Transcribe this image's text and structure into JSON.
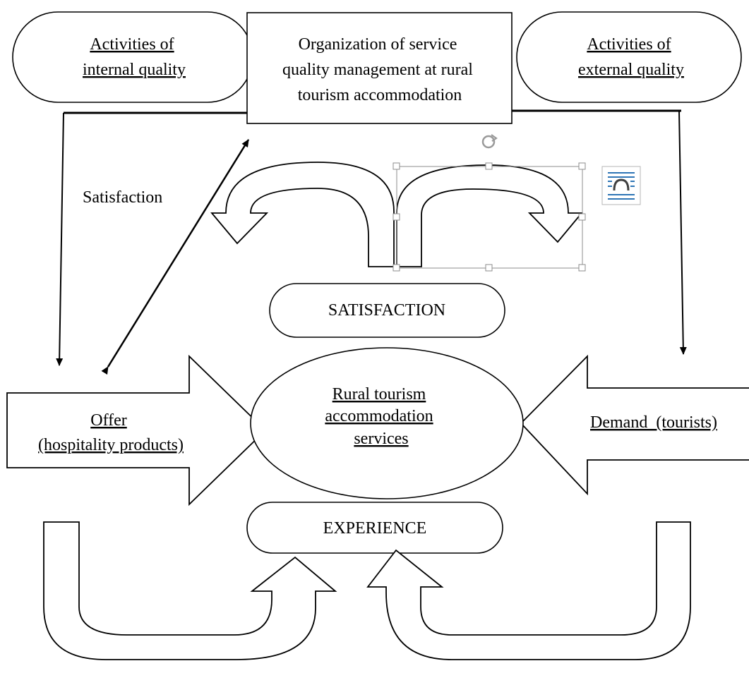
{
  "boxes": {
    "internal_quality": [
      "Activities of",
      "internal quality"
    ],
    "organization": [
      "Organization of service",
      "quality management at rural",
      "tourism accommodation"
    ],
    "external_quality": [
      "Activities of",
      "external quality"
    ],
    "satisfaction_pill": "SATISFACTION",
    "experience_pill": "EXPERIENCE",
    "rural_services": [
      "Rural tourism",
      "accommodation",
      "services"
    ],
    "offer": [
      "Offer",
      "(hospitality products)"
    ],
    "demand": "Demand  (tourists)"
  },
  "labels": {
    "satisfaction_side": "Satisfaction"
  },
  "colors": {
    "stroke": "#000000",
    "spellcheck_squiggle": "#d22a2a",
    "selection_handle": "#8c8c8c",
    "layout_icon_blue": "#2e75b6"
  },
  "icons": {
    "rotate_handle": "rotate-handle-icon",
    "layout_options": "layout-options-icon"
  }
}
